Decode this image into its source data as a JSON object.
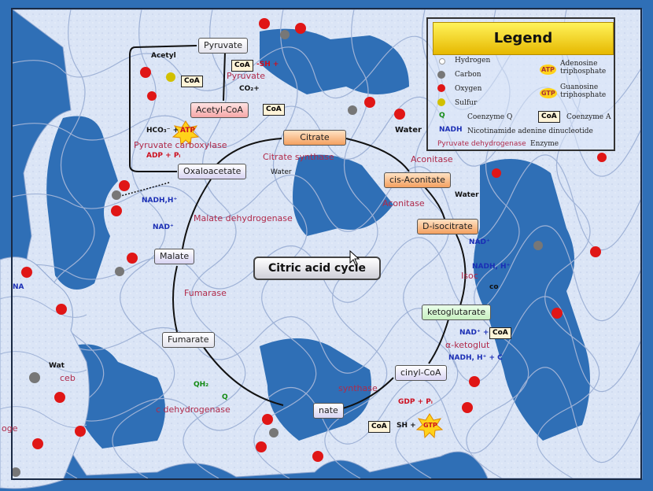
{
  "legend": {
    "title": "Legend",
    "items": {
      "hydrogen": "Hydrogen",
      "carbon": "Carbon",
      "oxygen": "Oxygen",
      "sulfur": "Sulfur",
      "coq_symbol": "Q",
      "coq": "Coenzyme Q",
      "nadh_symbol": "NADH",
      "nadh": "Nicotinamide adenine dinucleotide",
      "enzyme_sample": "Pyruvate dehydrogenase",
      "enzyme": "Enzyme",
      "atp_symbol": "ATP",
      "atp": "Adenosine triphosphate",
      "gtp_symbol": "GTP",
      "gtp": "Guanosine triphosphate",
      "coa_symbol": "CoA",
      "coa": "Coenzyme A"
    }
  },
  "center": {
    "title": "Citric acid cycle"
  },
  "nodes": {
    "pyruvate": "Pyruvate",
    "acetyl_coa": "Acetyl-CoA",
    "citrate": "Citrate",
    "cis_aconitate": "cis-Aconitate",
    "d_isocitrate": "D-isocitrate",
    "ketoglutarate": "ketoglutarate",
    "succinyl_coa": "cinyl-CoA",
    "succinate": "nate",
    "fumarate": "Fumarate",
    "malate": "Malate",
    "oxaloacetate": "Oxaloacetate"
  },
  "enzymes": {
    "pyruvate_top": "Pyruvate",
    "pyruvate_carboxylase": "Pyruvate carboxylase",
    "citrate_synthase": "Citrate synthase",
    "aconitase_1": "Aconitase",
    "aconitase_2": "Aconitase",
    "malate_dehydrogenase": "Malate dehydrogenase",
    "isocitrate_dehydrogenase": "Isoc",
    "alpha_ketoglutarate": "α-ketoglut",
    "fumarase": "Fumarase",
    "succinate_dehydrogenase": "c dehydrogenase",
    "synthase": "synthase"
  },
  "labels": {
    "acetyl": "Acetyl",
    "coa_sh": "-SH +",
    "co2": "CO₂+",
    "hco3": "HCO₃⁻ +",
    "atp": "ATP",
    "adp_pi": "ADP + Pᵢ",
    "water_citrate": "Water",
    "water_top": "Water",
    "water_aconitase": "Water",
    "nadh_h_left": "NADH,H⁺",
    "nad_left": "NAD⁺",
    "nad_right": "NAD⁺",
    "nadh_h_right": "NADH, H⁺",
    "co_right": "co",
    "nad_plus_alpha": "NAD⁺ +",
    "nadh_h_alpha": "NADH, H⁺ + C",
    "gdp_pi": "GDP + Pᵢ",
    "sh": "SH +",
    "gtp": "GTP",
    "qh2": "QH₂",
    "q": "Q",
    "left_na": "NA",
    "left_wat": "Wat",
    "left_oge": "oge",
    "left_ceb": "ceb"
  },
  "coa_tags": {
    "top": "CoA",
    "acetyl": "CoA",
    "acetyl_right": "CoA",
    "alpha": "CoA",
    "bottom": "CoA"
  },
  "colors": {
    "board_blue": "#2f6fb6",
    "piece_fill": "#dfe8f7",
    "enzyme_text": "#b02a4a",
    "nad_text": "#1b2fb5"
  }
}
